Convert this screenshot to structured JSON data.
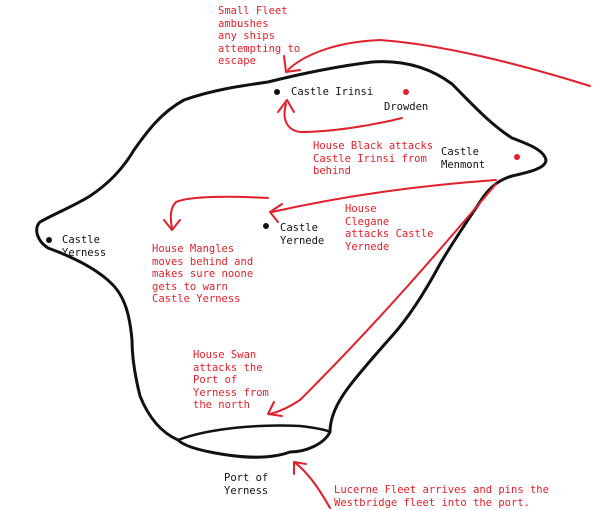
{
  "colors": {
    "ink": "#111111",
    "annotation": "#e0202a",
    "background": "#ffffff"
  },
  "places": {
    "castle_irinsi": "Castle Irinsi",
    "drowden": "Drowden",
    "castle_menmont": "Castle\nMenmont",
    "castle_yernede": "Castle\nYernede",
    "castle_yerness": "Castle\nYerness",
    "port_of_yerness": "Port of\nYerness"
  },
  "annotations": {
    "small_fleet": "Small Fleet\nambushes\nany ships\nattempting to\nescape",
    "house_black": "House Black attacks\nCastle Irinsi from\nbehind",
    "house_clegane": "House\nClegane\nattacks Castle\nYernede",
    "house_mangles": "House Mangles\nmoves behind and\nmakes sure noone\ngets to warn\nCastle Yerness",
    "house_swan": "House Swan\nattacks the\nPort of\nYerness from\nthe north",
    "lucerne_fleet": "Lucerne Fleet arrives and pins the\nWestbridge fleet into the port."
  }
}
